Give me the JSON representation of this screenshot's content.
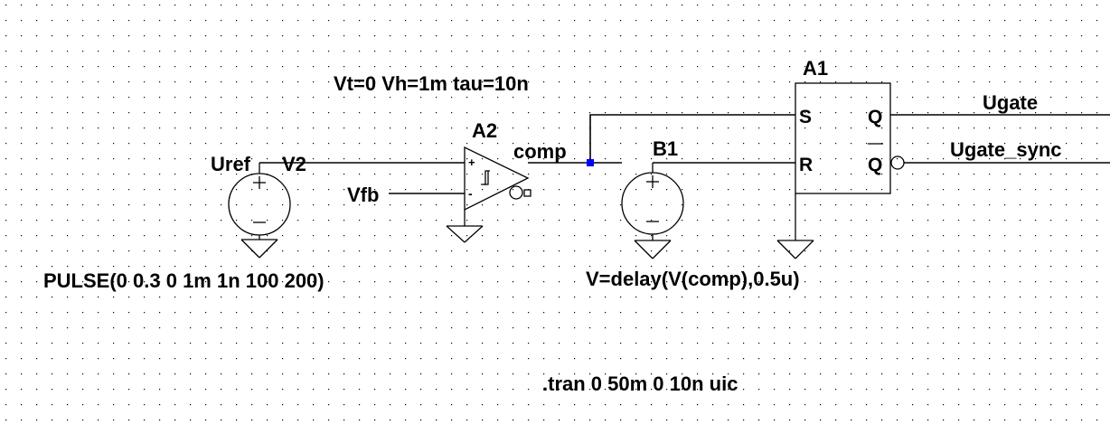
{
  "schematic": {
    "background_color": "#ffffff",
    "grid_dot_color": "#000000",
    "wire_color": "#000000",
    "junction_color": "#0000ff",
    "sources": {
      "v2": {
        "name": "V2",
        "net": "Uref",
        "value": "PULSE(0 0.3 0 1m 1n 100 200)"
      },
      "b1": {
        "name": "B1",
        "value": "V=delay(V(comp),0.5u)"
      }
    },
    "comparator": {
      "name": "A2",
      "params": "Vt=0 Vh=1m tau=10n",
      "pin_plus": "+",
      "pin_minus": "-",
      "in_plus_net": "Uref",
      "in_minus_net": "Vfb",
      "out_net": "comp"
    },
    "flipflop": {
      "name": "A1",
      "pin_s": "S",
      "pin_r": "R",
      "pin_q": "Q",
      "pin_qbar": "Q",
      "q_net": "Ugate",
      "qbar_net": "Ugate_sync"
    },
    "nets": {
      "vfb": "Vfb",
      "ugate": "Ugate",
      "ugate_sync": "Ugate_sync"
    },
    "directive": ".tran 0 50m 0 10n uic"
  }
}
